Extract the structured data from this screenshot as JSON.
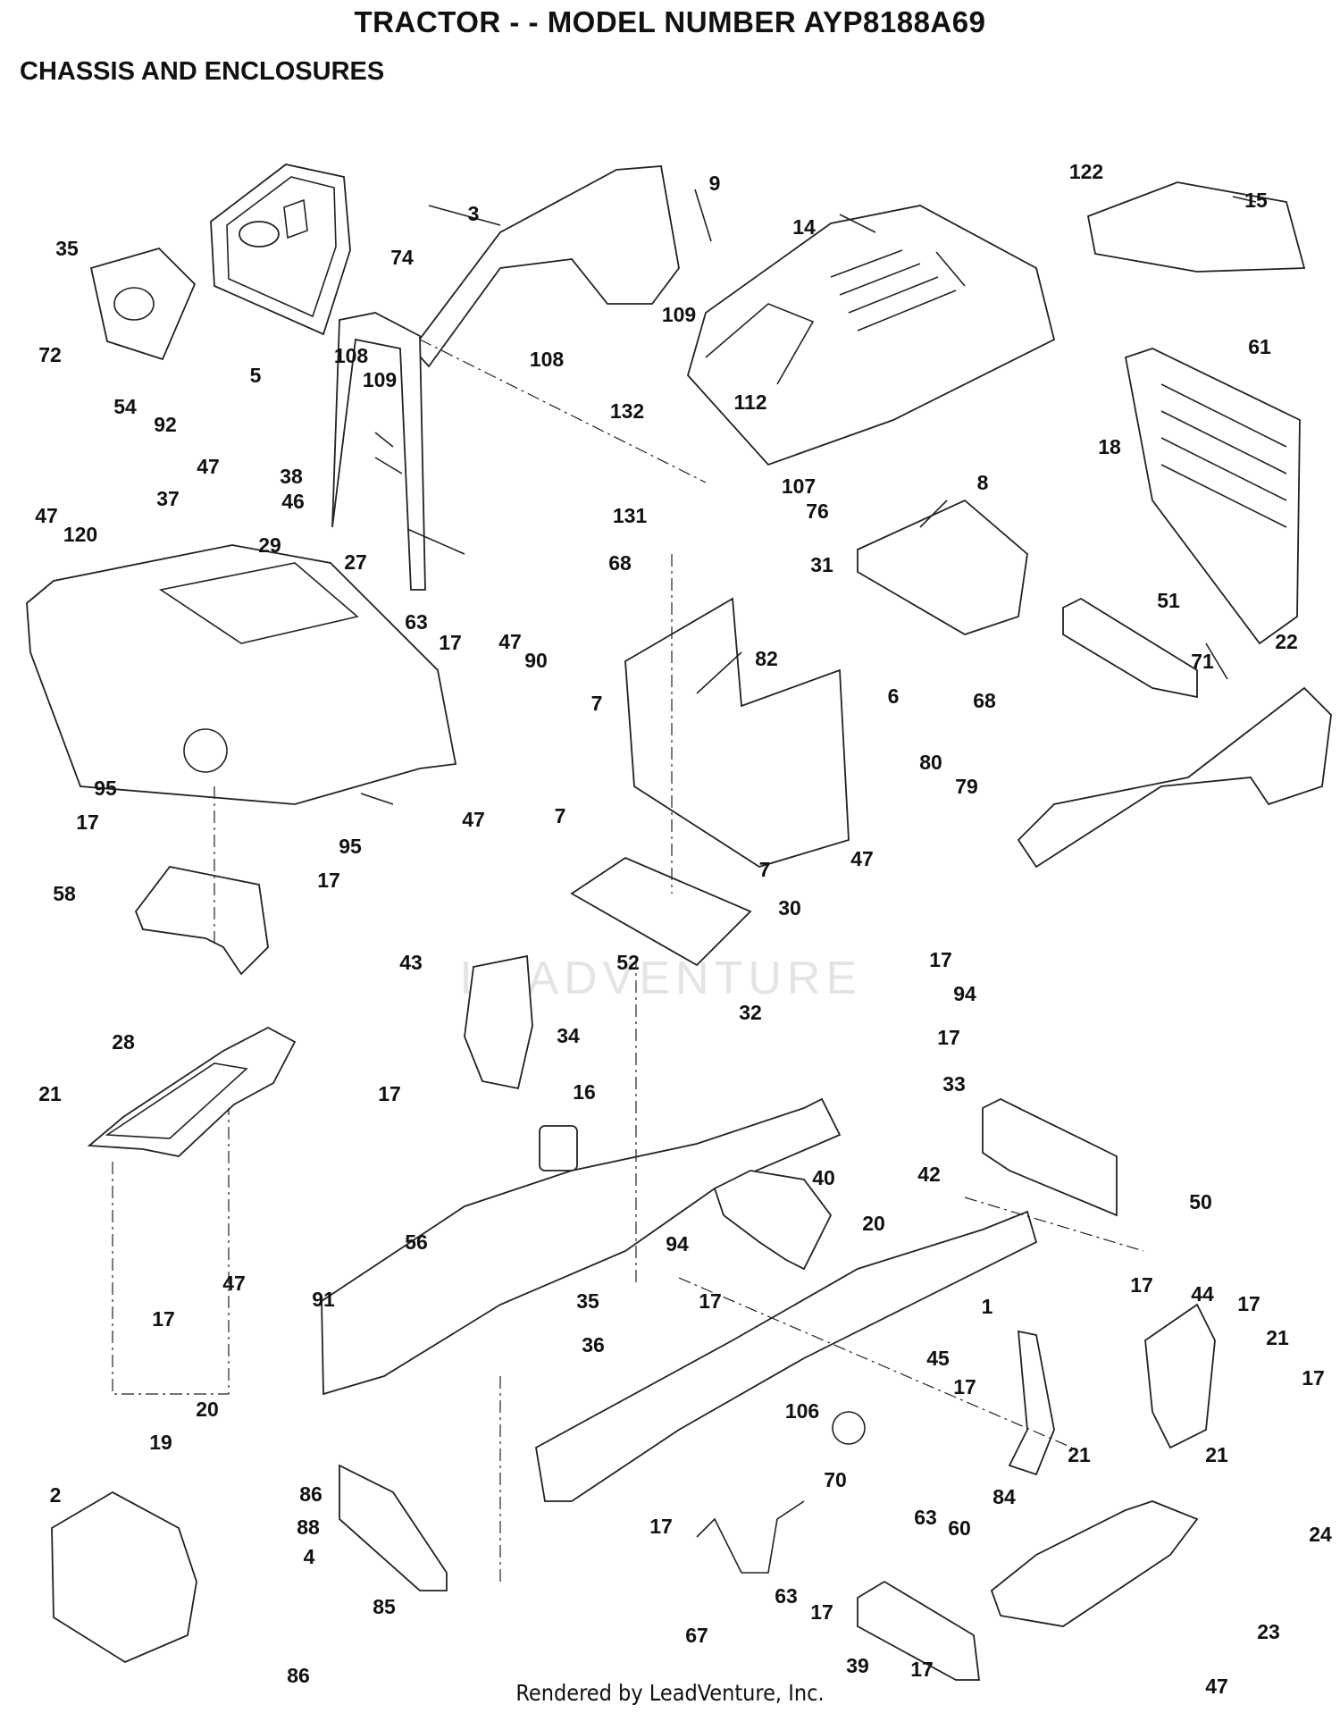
{
  "title": "TRACTOR - - MODEL NUMBER AYP8188A69",
  "subtitle": "CHASSIS AND ENCLOSURES",
  "footer": "Rendered by LeadVenture, Inc.",
  "watermark": "LEADVENTURE",
  "callouts": [
    {
      "id": "3",
      "t": "3"
    },
    {
      "id": "9",
      "t": "9"
    },
    {
      "id": "14",
      "t": "14"
    },
    {
      "id": "122",
      "t": "122"
    },
    {
      "id": "15",
      "t": "15"
    },
    {
      "id": "35a",
      "t": "35"
    },
    {
      "id": "72",
      "t": "72"
    },
    {
      "id": "54",
      "t": "54"
    },
    {
      "id": "92",
      "t": "92"
    },
    {
      "id": "5",
      "t": "5"
    },
    {
      "id": "74",
      "t": "74"
    },
    {
      "id": "108a",
      "t": "108"
    },
    {
      "id": "109a",
      "t": "109"
    },
    {
      "id": "108b",
      "t": "108"
    },
    {
      "id": "109b",
      "t": "109"
    },
    {
      "id": "132",
      "t": "132"
    },
    {
      "id": "112",
      "t": "112"
    },
    {
      "id": "61",
      "t": "61"
    },
    {
      "id": "18",
      "t": "18"
    },
    {
      "id": "47a",
      "t": "47"
    },
    {
      "id": "38",
      "t": "38"
    },
    {
      "id": "46",
      "t": "46"
    },
    {
      "id": "29",
      "t": "29"
    },
    {
      "id": "27",
      "t": "27"
    },
    {
      "id": "131",
      "t": "131"
    },
    {
      "id": "107",
      "t": "107"
    },
    {
      "id": "76",
      "t": "76"
    },
    {
      "id": "8",
      "t": "8"
    },
    {
      "id": "47b",
      "t": "47"
    },
    {
      "id": "120",
      "t": "120"
    },
    {
      "id": "37",
      "t": "37"
    },
    {
      "id": "68a",
      "t": "68"
    },
    {
      "id": "31",
      "t": "31"
    },
    {
      "id": "63a",
      "t": "63"
    },
    {
      "id": "17a",
      "t": "17"
    },
    {
      "id": "47c",
      "t": "47"
    },
    {
      "id": "90",
      "t": "90"
    },
    {
      "id": "51",
      "t": "51"
    },
    {
      "id": "22",
      "t": "22"
    },
    {
      "id": "82",
      "t": "82"
    },
    {
      "id": "7a",
      "t": "7"
    },
    {
      "id": "6",
      "t": "6"
    },
    {
      "id": "71",
      "t": "71"
    },
    {
      "id": "68b",
      "t": "68"
    },
    {
      "id": "80",
      "t": "80"
    },
    {
      "id": "79",
      "t": "79"
    },
    {
      "id": "95a",
      "t": "95"
    },
    {
      "id": "47d",
      "t": "47"
    },
    {
      "id": "7b",
      "t": "7"
    },
    {
      "id": "17b",
      "t": "17"
    },
    {
      "id": "95b",
      "t": "95"
    },
    {
      "id": "47e",
      "t": "47"
    },
    {
      "id": "17c",
      "t": "17"
    },
    {
      "id": "7c",
      "t": "7"
    },
    {
      "id": "58",
      "t": "58"
    },
    {
      "id": "30",
      "t": "30"
    },
    {
      "id": "43",
      "t": "43"
    },
    {
      "id": "52",
      "t": "52"
    },
    {
      "id": "17d",
      "t": "17"
    },
    {
      "id": "94a",
      "t": "94"
    },
    {
      "id": "32",
      "t": "32"
    },
    {
      "id": "34",
      "t": "34"
    },
    {
      "id": "17e",
      "t": "17"
    },
    {
      "id": "28",
      "t": "28"
    },
    {
      "id": "33",
      "t": "33"
    },
    {
      "id": "21a",
      "t": "21"
    },
    {
      "id": "16",
      "t": "16"
    },
    {
      "id": "17f",
      "t": "17"
    },
    {
      "id": "50",
      "t": "50"
    },
    {
      "id": "42",
      "t": "42"
    },
    {
      "id": "40",
      "t": "40"
    },
    {
      "id": "56",
      "t": "56"
    },
    {
      "id": "20a",
      "t": "20"
    },
    {
      "id": "94b",
      "t": "94"
    },
    {
      "id": "47f",
      "t": "47"
    },
    {
      "id": "17g",
      "t": "17"
    },
    {
      "id": "91",
      "t": "91"
    },
    {
      "id": "35b",
      "t": "35"
    },
    {
      "id": "17h",
      "t": "17"
    },
    {
      "id": "1",
      "t": "1"
    },
    {
      "id": "44",
      "t": "44"
    },
    {
      "id": "17i",
      "t": "17"
    },
    {
      "id": "17j",
      "t": "17"
    },
    {
      "id": "36",
      "t": "36"
    },
    {
      "id": "21b",
      "t": "21"
    },
    {
      "id": "45",
      "t": "45"
    },
    {
      "id": "17k",
      "t": "17"
    },
    {
      "id": "17l",
      "t": "17"
    },
    {
      "id": "20b",
      "t": "20"
    },
    {
      "id": "106",
      "t": "106"
    },
    {
      "id": "19",
      "t": "19"
    },
    {
      "id": "21c",
      "t": "21"
    },
    {
      "id": "21d",
      "t": "21"
    },
    {
      "id": "70",
      "t": "70"
    },
    {
      "id": "2",
      "t": "2"
    },
    {
      "id": "86a",
      "t": "86"
    },
    {
      "id": "88",
      "t": "88"
    },
    {
      "id": "84",
      "t": "84"
    },
    {
      "id": "63b",
      "t": "63"
    },
    {
      "id": "60",
      "t": "60"
    },
    {
      "id": "17m",
      "t": "17"
    },
    {
      "id": "24",
      "t": "24"
    },
    {
      "id": "4",
      "t": "4"
    },
    {
      "id": "85",
      "t": "85"
    },
    {
      "id": "63c",
      "t": "63"
    },
    {
      "id": "17n",
      "t": "17"
    },
    {
      "id": "67",
      "t": "67"
    },
    {
      "id": "23",
      "t": "23"
    },
    {
      "id": "39",
      "t": "39"
    },
    {
      "id": "86b",
      "t": "86"
    },
    {
      "id": "17o",
      "t": "17"
    },
    {
      "id": "47g",
      "t": "47"
    }
  ]
}
